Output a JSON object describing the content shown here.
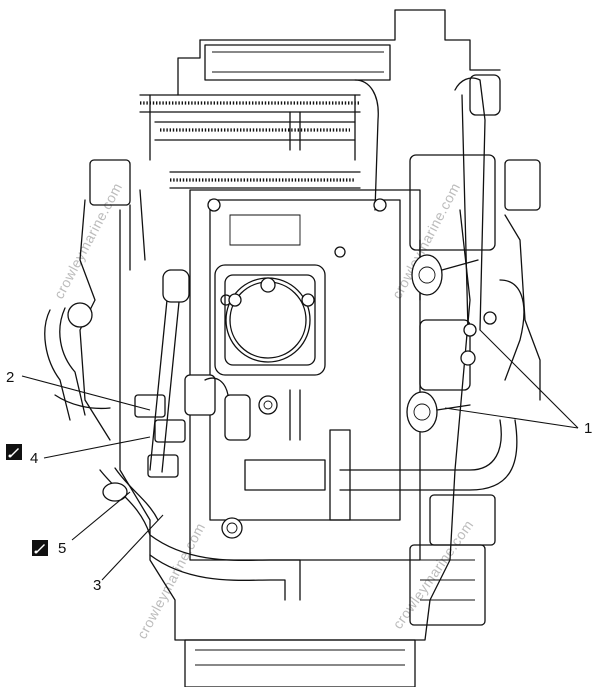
{
  "callouts": {
    "c1": "1",
    "c2": "2",
    "c3": "3",
    "c4": "4",
    "c5": "5"
  },
  "icons": {
    "c4_icon": "tool-note-icon",
    "c5_icon": "tool-note-icon"
  },
  "watermark": "crowleymarine.com"
}
